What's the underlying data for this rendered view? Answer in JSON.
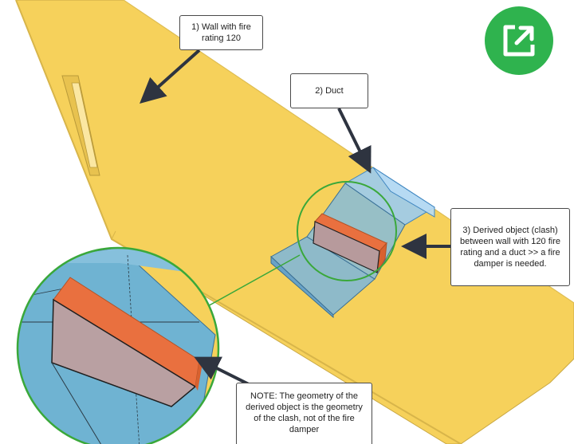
{
  "callouts": {
    "wall": "1) Wall with fire rating 120",
    "duct": "2) Duct",
    "clash": "3) Derived object (clash) between wall with 120 fire rating and a duct >> a fire damper is needed.",
    "note": "NOTE: The geometry of the derived object is the geometry of the clash, not of the fire damper"
  },
  "icons": {
    "share": "share-export-icon"
  },
  "colors": {
    "wall": "#f6d15b",
    "duct": "#6fb8e0",
    "clash": "#e9703f",
    "magnifier": "#3aa83a",
    "share_button": "#2fb34e"
  }
}
